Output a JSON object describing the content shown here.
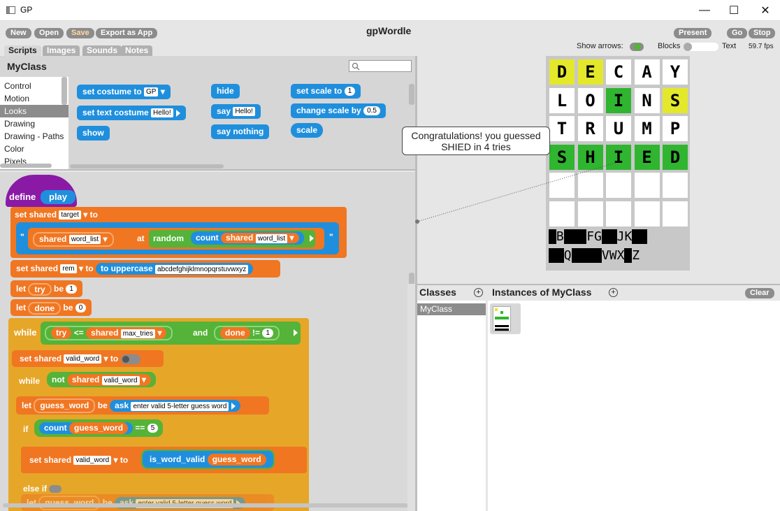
{
  "window": {
    "title": "GP",
    "minimize": "—",
    "maximize": "☐",
    "close": "✕"
  },
  "toolbar": {
    "new": "New",
    "open": "Open",
    "save": "Save",
    "export": "Export as App",
    "project_title": "gpWordle",
    "present": "Present",
    "go": "Go",
    "stop": "Stop",
    "show_arrows_label": "Show arrows:",
    "blocks_label": "Blocks",
    "text_label": "Text",
    "fps": "59.7 fps"
  },
  "tabs": [
    "Scripts",
    "Images",
    "Sounds",
    "Notes"
  ],
  "palette": {
    "class_name": "MyClass",
    "categories": [
      "Control",
      "Motion",
      "Looks",
      "Drawing",
      "Drawing - Paths",
      "Color",
      "Pixels"
    ],
    "selected_category": "Looks",
    "blocks": {
      "set_costume": "set costume to",
      "set_costume_val": "GP",
      "set_text_costume": "set text costume",
      "set_text_costume_val": "Hello!",
      "show": "show",
      "hide": "hide",
      "say": "say",
      "say_val": "Hello!",
      "say_nothing": "say nothing",
      "set_scale": "set scale to",
      "set_scale_val": "1",
      "change_scale": "change scale by",
      "change_scale_val": "0.5",
      "scale": "scale"
    }
  },
  "script": {
    "define": "define",
    "play": "play",
    "set_shared": "set shared",
    "to": "to",
    "target": "target",
    "quote": "\"",
    "shared": "shared",
    "word_list": "word_list",
    "at": "at",
    "random": "random",
    "count": "count",
    "rem": "rem",
    "to_uppercase": "to uppercase",
    "alphabet": "abcdefghijklmnopqrstuvwxyz",
    "let": "let",
    "be": "be",
    "try": "try",
    "one": "1",
    "done": "done",
    "zero": "0",
    "while": "while",
    "lte": "<=",
    "max_tries": "max_tries",
    "and": "and",
    "neq": "!=",
    "valid_word": "valid_word",
    "not": "not",
    "guess_word": "guess_word",
    "ask": "ask",
    "ask_prompt": "enter valid 5-letter guess word",
    "if": "if",
    "eq": "==",
    "five": "5",
    "is_word_valid": "is_word_valid",
    "else_if": "else if"
  },
  "stage": {
    "rows": [
      [
        {
          "l": "D",
          "s": "y"
        },
        {
          "l": "E",
          "s": "y"
        },
        {
          "l": "C",
          "s": "w"
        },
        {
          "l": "A",
          "s": "w"
        },
        {
          "l": "Y",
          "s": "w"
        }
      ],
      [
        {
          "l": "L",
          "s": "w"
        },
        {
          "l": "O",
          "s": "w"
        },
        {
          "l": "I",
          "s": "g"
        },
        {
          "l": "N",
          "s": "w"
        },
        {
          "l": "S",
          "s": "y"
        }
      ],
      [
        {
          "l": "T",
          "s": "w"
        },
        {
          "l": "R",
          "s": "w"
        },
        {
          "l": "U",
          "s": "w"
        },
        {
          "l": "M",
          "s": "w"
        },
        {
          "l": "P",
          "s": "w"
        }
      ],
      [
        {
          "l": "S",
          "s": "g"
        },
        {
          "l": "H",
          "s": "g"
        },
        {
          "l": "I",
          "s": "g"
        },
        {
          "l": "E",
          "s": "g"
        },
        {
          "l": "D",
          "s": "g"
        }
      ],
      [
        {
          "l": "",
          "s": "w"
        },
        {
          "l": "",
          "s": "w"
        },
        {
          "l": "",
          "s": "w"
        },
        {
          "l": "",
          "s": "w"
        },
        {
          "l": "",
          "s": "w"
        }
      ],
      [
        {
          "l": "",
          "s": "w"
        },
        {
          "l": "",
          "s": "w"
        },
        {
          "l": "",
          "s": "w"
        },
        {
          "l": "",
          "s": "w"
        },
        {
          "l": "",
          "s": "w"
        }
      ]
    ],
    "keyboard_line1": "█B███FG██JK██",
    "keyboard_line2": "██Q████VWX█Z",
    "bubble": "Congratulations! you guessed SHIED in 4 tries"
  },
  "classes": {
    "title": "Classes",
    "items": [
      "MyClass"
    ],
    "selected": "MyClass"
  },
  "instances": {
    "title": "Instances of MyClass",
    "clear": "Clear"
  },
  "colors": {
    "blue": "#1f8fdd",
    "orange": "#f07622",
    "green": "#54b338",
    "yellow": "#e6a628",
    "purple": "#8a1aa5"
  }
}
